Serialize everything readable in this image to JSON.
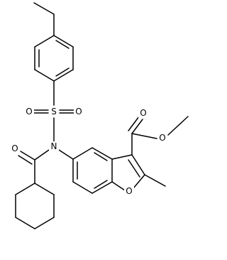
{
  "molecule": {
    "atoms": {
      "sulfur": "S",
      "sulfonyl_oxygen_left": "O",
      "sulfonyl_oxygen_right": "O",
      "sulfonamide_nitrogen": "N",
      "amide_oxygen": "O",
      "ester_carbonyl_oxygen": "O",
      "ester_ether_oxygen": "O",
      "furan_oxygen": "O"
    }
  },
  "colors": {
    "bond": "#000000",
    "label": "#000000",
    "background": "#ffffff"
  }
}
